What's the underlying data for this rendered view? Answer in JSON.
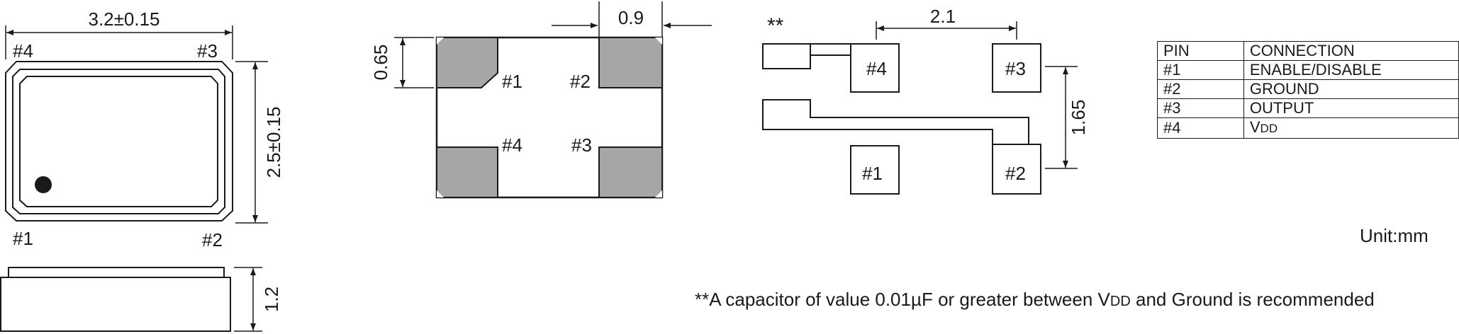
{
  "top_view": {
    "width_dim": "3.2±0.15",
    "height_dim": "2.5±0.15",
    "pin_labels": [
      "#4",
      "#3",
      "#1",
      "#2"
    ]
  },
  "side_view": {
    "thickness_dim": "1.2"
  },
  "pad_view": {
    "pad_width_dim": "0.9",
    "pad_height_dim": "0.65",
    "pin_labels": [
      "#1",
      "#2",
      "#4",
      "#3"
    ]
  },
  "land_pattern": {
    "marker": "**",
    "pitch_x_dim": "2.1",
    "pitch_y_dim": "1.65",
    "pin_labels": [
      "#4",
      "#3",
      "#1",
      "#2"
    ]
  },
  "pin_table": {
    "header": [
      "PIN",
      "CONNECTION"
    ],
    "rows": [
      {
        "pin": "#1",
        "connection": "ENABLE/DISABLE"
      },
      {
        "pin": "#2",
        "connection": "GROUND"
      },
      {
        "pin": "#3",
        "connection": "OUTPUT"
      },
      {
        "pin": "#4",
        "connection_main": "V",
        "connection_sub": "DD"
      }
    ]
  },
  "unit_label": "Unit:mm",
  "note": {
    "part1": "**A capacitor of value 0.01µF or greater between V",
    "sub": "DD",
    "part2": " and Ground is recommended"
  },
  "colors": {
    "pad_fill": "#a6a6a6",
    "line": "#1a1a1a",
    "background": "#ffffff"
  }
}
